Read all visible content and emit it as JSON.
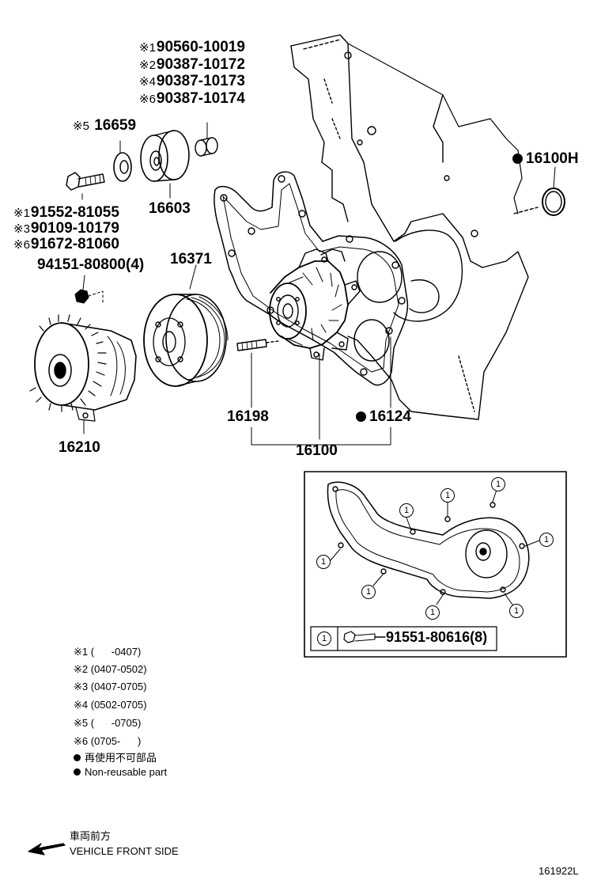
{
  "labels": {
    "fan_bolt_group": [
      {
        "mark": "※1",
        "code": "90560-10019"
      },
      {
        "mark": "※2",
        "code": "90387-10172"
      },
      {
        "mark": "※4",
        "code": "90387-10173"
      },
      {
        "mark": "※6",
        "code": "90387-10174"
      }
    ],
    "spacer": {
      "mark": "※5",
      "code": "16659"
    },
    "idler_pulley": "16603",
    "bolt_group": [
      {
        "mark": "※1",
        "code": "91552-81055"
      },
      {
        "mark": "※3",
        "code": "90109-10179"
      },
      {
        "mark": "※6",
        "code": "91672-81060"
      }
    ],
    "nut": "94151-80800(4)",
    "fan_pulley": "16371",
    "fan_clutch": "16210",
    "stud": "16198",
    "gasket": "16124",
    "water_pump_assy": "16100",
    "o_ring": "16100H",
    "inset_bolt": "91551-80616(8)",
    "inset_marker": "1"
  },
  "notes": [
    {
      "mark": "※1",
      "range": "(      -0407)"
    },
    {
      "mark": "※2",
      "range": "(0407-0502)"
    },
    {
      "mark": "※3",
      "range": "(0407-0705)"
    },
    {
      "mark": "※4",
      "range": "(0502-0705)"
    },
    {
      "mark": "※5",
      "range": "(      -0705)"
    },
    {
      "mark": "※6",
      "range": "(0705-      )"
    }
  ],
  "legend": {
    "non_reusable_jp": "再使用不可部品",
    "non_reusable_en": "Non-reusable part"
  },
  "direction": {
    "jp": "車両前方",
    "en": "VEHICLE FRONT SIDE"
  },
  "figure_id": "161922L"
}
